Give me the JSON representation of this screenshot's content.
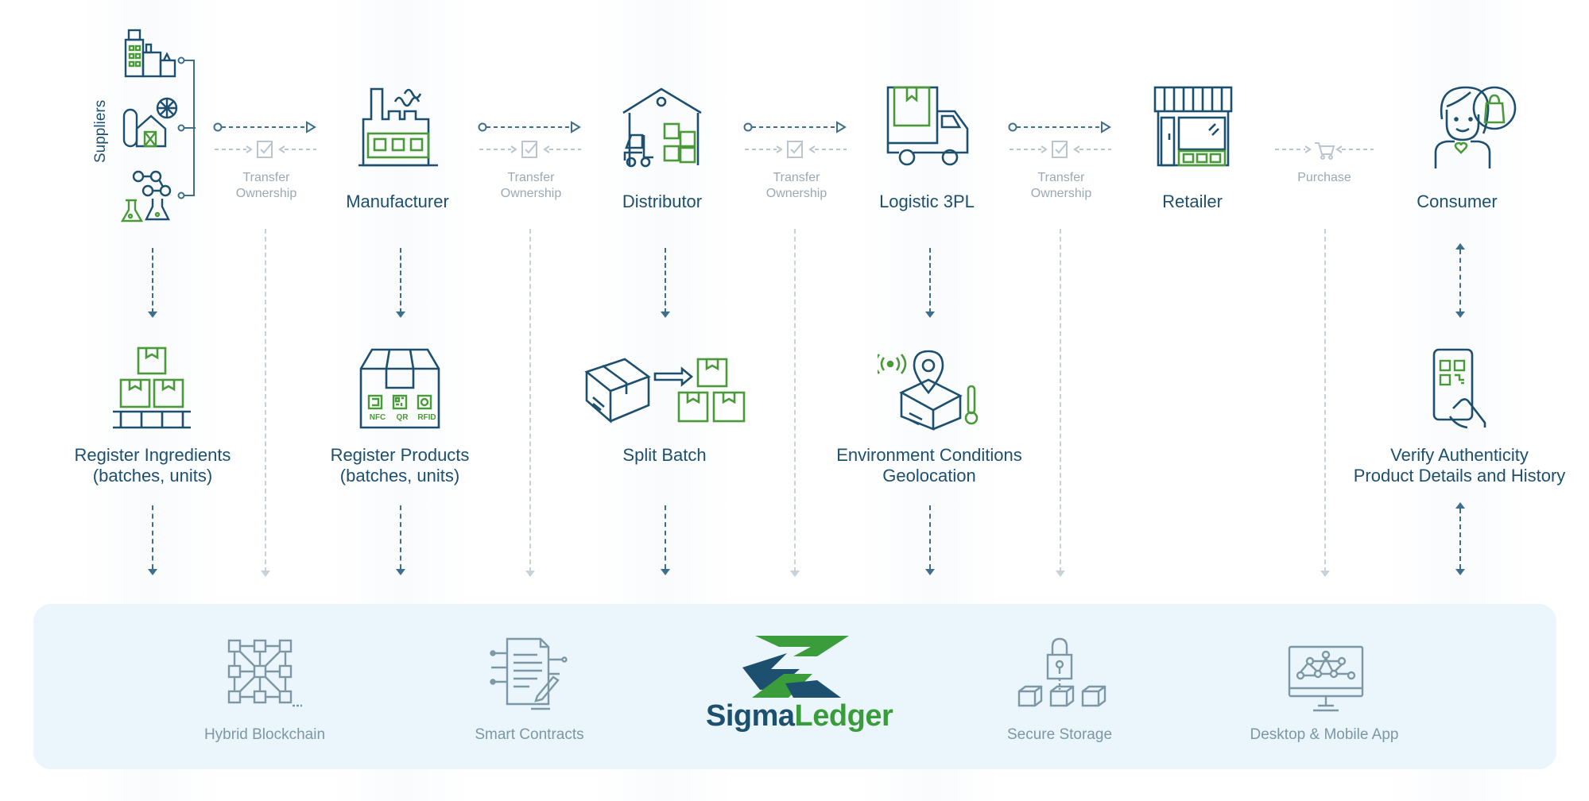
{
  "suppliers_label": "Suppliers",
  "stages": [
    {
      "name": "Manufacturer"
    },
    {
      "name": "Distributor"
    },
    {
      "name": "Logistic 3PL"
    },
    {
      "name": "Retailer"
    },
    {
      "name": "Consumer"
    }
  ],
  "transfers": [
    {
      "line1": "Transfer",
      "line2": "Ownership"
    },
    {
      "line1": "Transfer",
      "line2": "Ownership"
    },
    {
      "line1": "Transfer",
      "line2": "Ownership"
    },
    {
      "line1": "Transfer",
      "line2": "Ownership"
    }
  ],
  "purchase_label": "Purchase",
  "actions": [
    {
      "line1": "Register Ingredients",
      "line2": "(batches, units)"
    },
    {
      "line1": "Register Products",
      "line2": "(batches, units)"
    },
    {
      "line1": "Split Batch",
      "line2": ""
    },
    {
      "line1": "Environment Conditions",
      "line2": "Geolocation"
    },
    {
      "line1": "Verify Authenticity",
      "line2": "Product Details and History"
    }
  ],
  "tag_labels": {
    "nfc": "NFC",
    "qr": "QR",
    "rfid": "RFID"
  },
  "tech": [
    {
      "label": "Hybrid Blockchain"
    },
    {
      "label": "Smart Contracts"
    },
    {
      "label": "Secure Storage"
    },
    {
      "label": "Desktop & Mobile App"
    }
  ],
  "logo": {
    "part1": "Sigma",
    "part2": "Ledger"
  },
  "colors": {
    "navy": "#1d4f6e",
    "green": "#4a9a3a",
    "gray": "#9aa9b3",
    "panel": "#eaf5fc"
  },
  "icons": [
    "factory-icon",
    "farm-icon",
    "chemistry-icon",
    "manufacturer-factory-icon",
    "warehouse-forklift-icon",
    "delivery-truck-icon",
    "retail-store-icon",
    "consumer-avatar-icon",
    "stacked-boxes-icon",
    "tagged-box-icon",
    "split-boxes-icon",
    "sensor-box-icon",
    "phone-qr-icon",
    "blockchain-network-icon",
    "contract-document-icon",
    "lock-storage-icon",
    "monitor-network-icon",
    "cart-icon",
    "check-document-icon"
  ]
}
